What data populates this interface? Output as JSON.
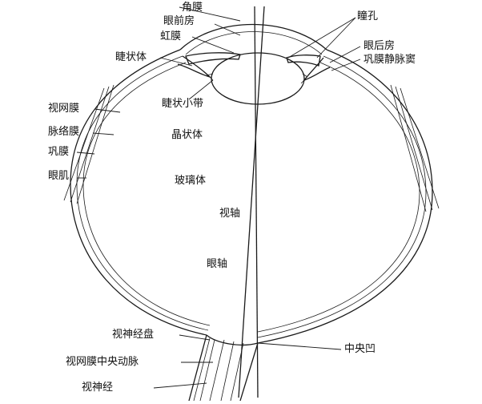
{
  "labels": {
    "cornea": "角膜",
    "anterior_chamber": "眼前房",
    "iris": "虹膜",
    "ciliary_body": "睫状体",
    "pupil": "瞳孔",
    "posterior_chamber": "眼后房",
    "scleral_venous_sinus": "巩膜静脉窦",
    "zonule": "睫状小带",
    "lens": "晶状体",
    "retina": "视网膜",
    "choroid": "脉络膜",
    "sclera": "巩膜",
    "eye_muscle": "眼肌",
    "vitreous_body": "玻璃体",
    "visual_axis": "视轴",
    "optic_axis": "眼轴",
    "optic_disc": "视神经盘",
    "central_retinal_artery": "视网膜中央动脉",
    "optic_nerve": "视神经",
    "fovea": "中央凹"
  }
}
